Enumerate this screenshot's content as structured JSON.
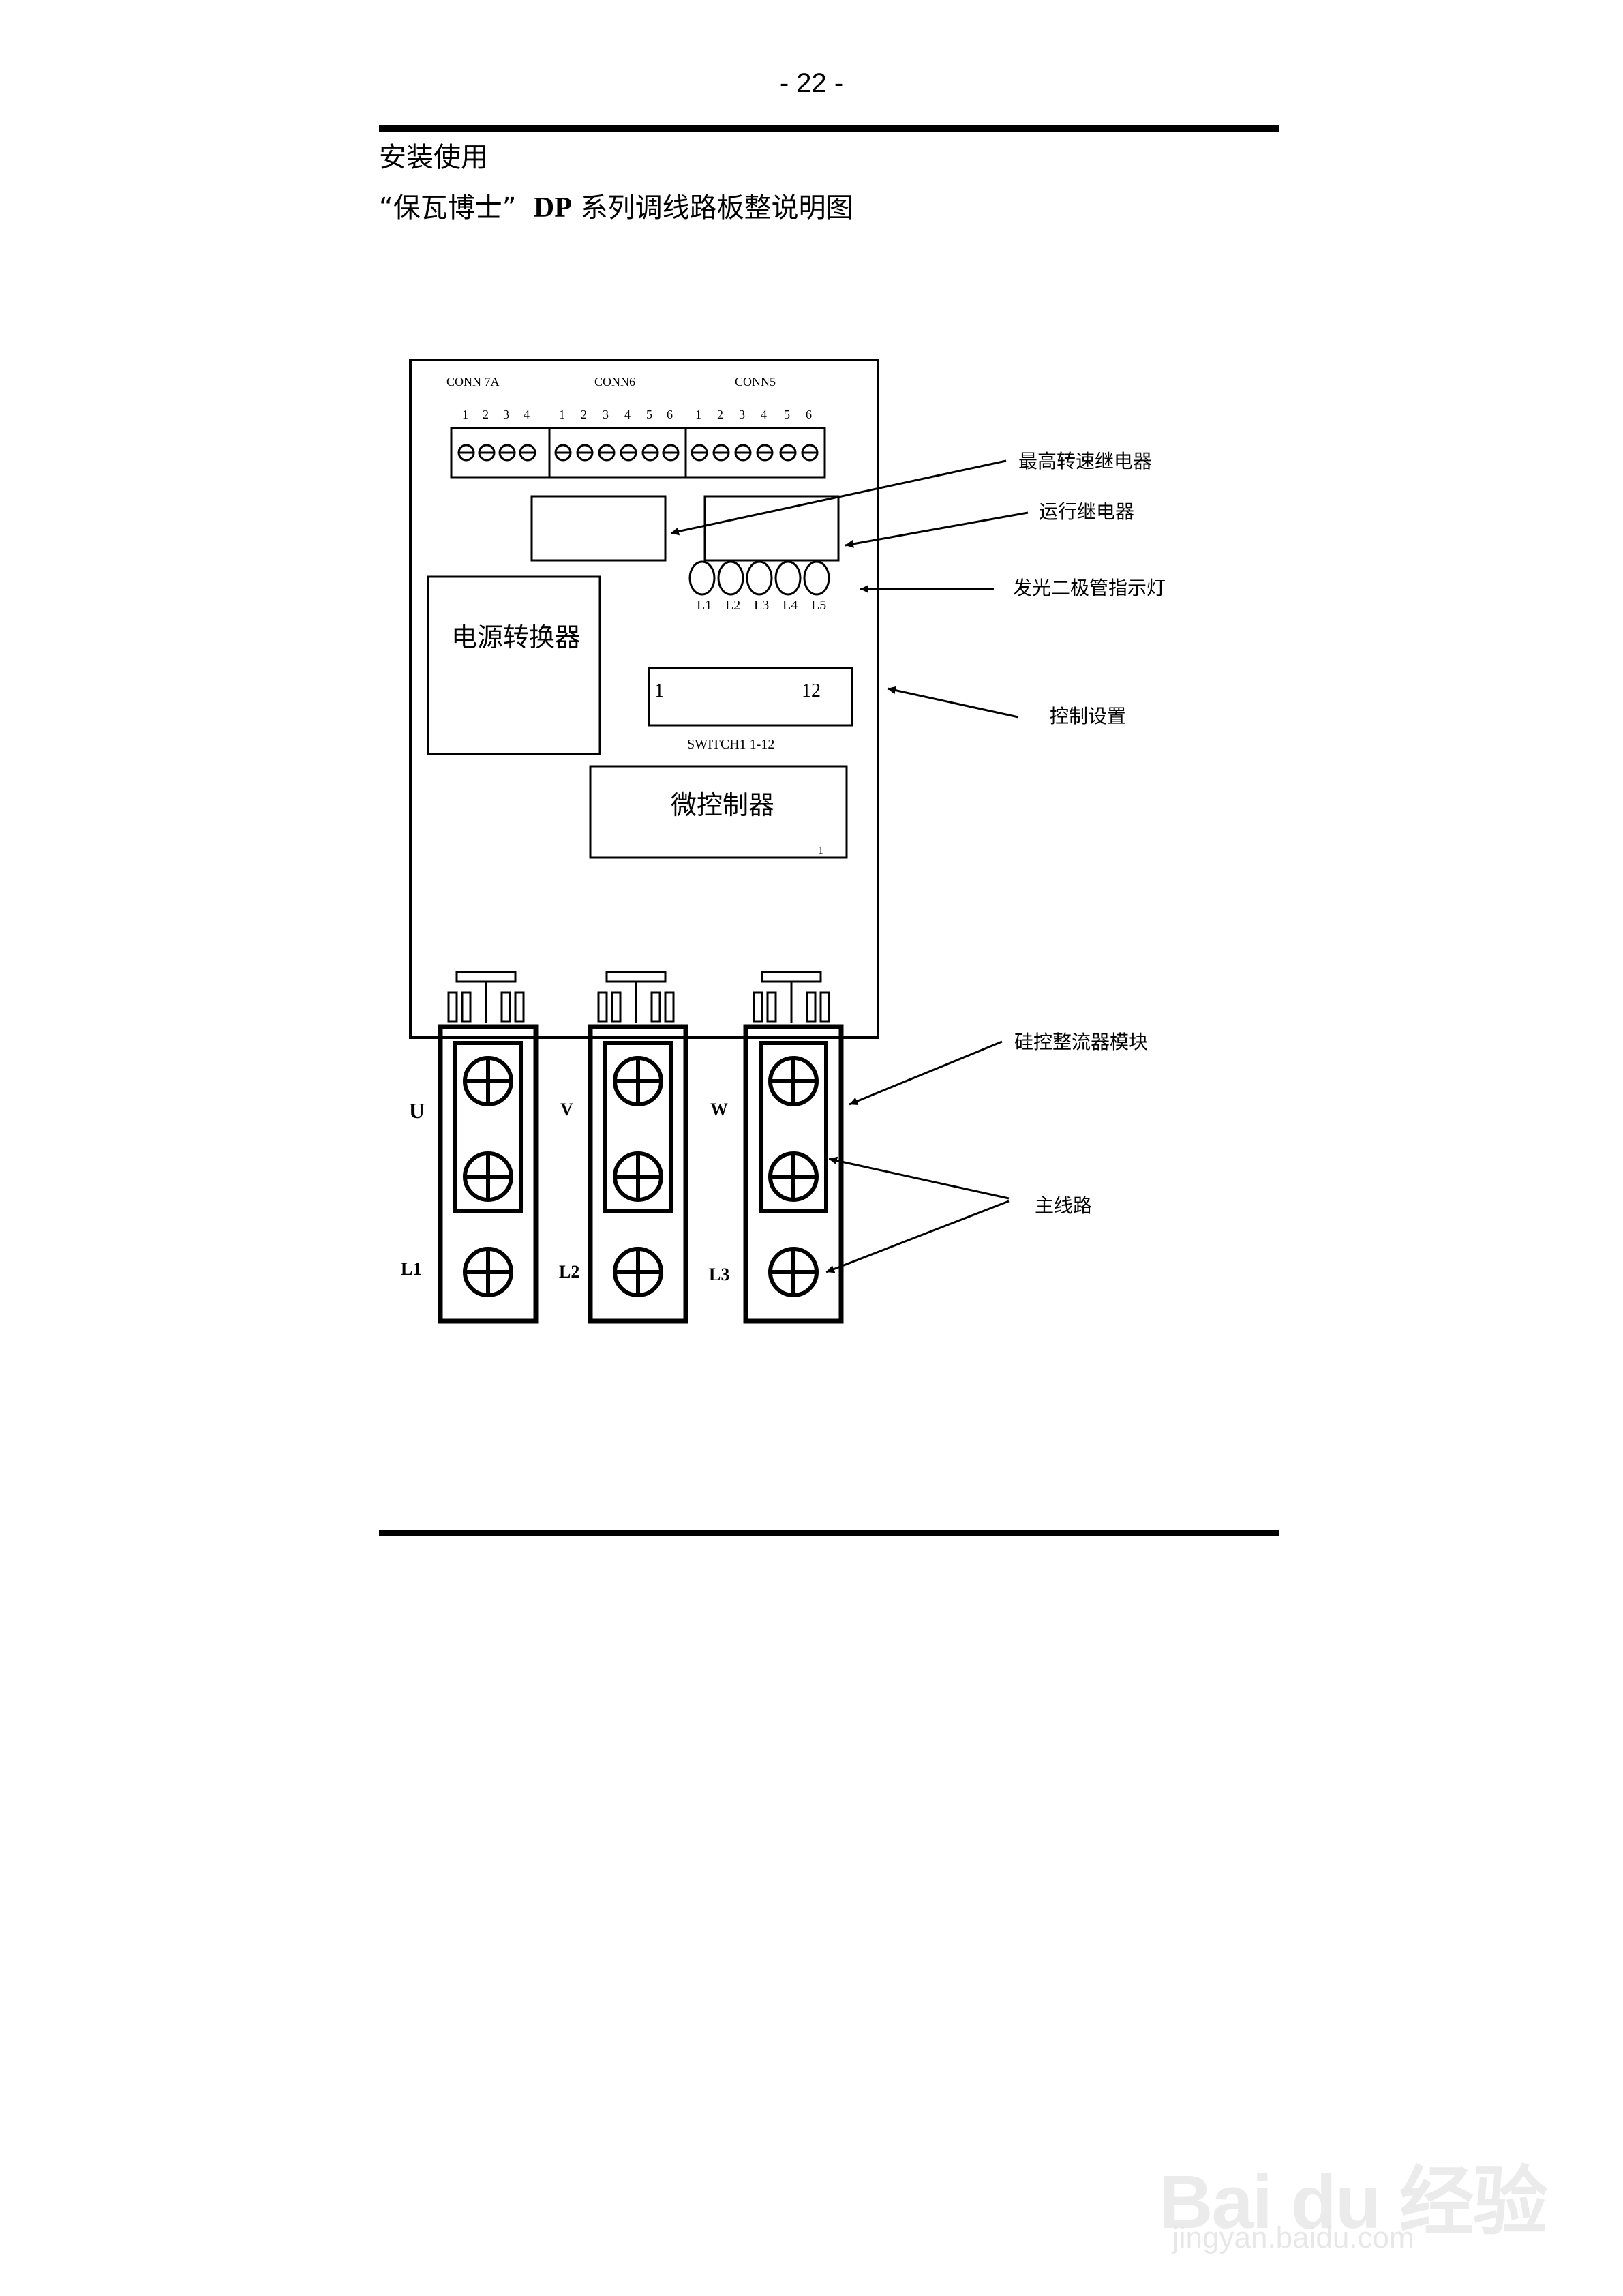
{
  "page_number": "- 22 -",
  "section": "安装使用",
  "title": {
    "quote_part": "“保瓦博士”",
    "dp": "DP",
    "rest": "系列调线路板整说明图"
  },
  "board": {
    "connectors": [
      {
        "name": "CONN 7A",
        "pins": [
          "1",
          "2",
          "3",
          "4"
        ]
      },
      {
        "name": "CONN6",
        "pins": [
          "1",
          "2",
          "3",
          "4",
          "5",
          "6"
        ]
      },
      {
        "name": "CONN5",
        "pins": [
          "1",
          "2",
          "3",
          "4",
          "5",
          "6"
        ]
      }
    ],
    "power_converter": "电源转换器",
    "microcontroller": "微控制器",
    "microcontroller_pin": "1",
    "switch_left": "1",
    "switch_right": "12",
    "switch_label": "SWITCH1 1-12",
    "led_labels": [
      "L1",
      "L2",
      "L3",
      "L4",
      "L5"
    ],
    "phase_labels": [
      "U",
      "V",
      "W"
    ],
    "line_labels": [
      "L1",
      "L2",
      "L3"
    ]
  },
  "callouts": {
    "max_speed_relay": "最高转速继电器",
    "run_relay": "运行继电器",
    "led_indicator": "发光二极管指示灯",
    "control_setting": "控制设置",
    "scr_module": "硅控整流器模块",
    "main_circuit": "主线路"
  },
  "watermark": {
    "logo": "Bai du 经验",
    "url": "jingyan.baidu.com"
  }
}
